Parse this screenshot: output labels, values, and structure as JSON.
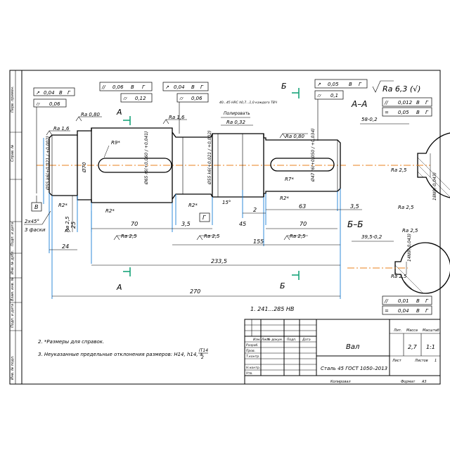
{
  "drawing": {
    "frame_labels": [
      "Перв. примен.",
      "Справ. №",
      "Подп. и дата",
      "Инв. № дубл.",
      "Взам. инв. №",
      "Подп. и дата",
      "Инв. № подл."
    ],
    "roughness_general": "Ra 6,3 (√)",
    "section_AA_label": "А–А",
    "section_BB_label": "Б–Б",
    "view_marks": [
      "А",
      "А",
      "Б",
      "Б"
    ],
    "datum_B": "В",
    "datum_G": "Г",
    "chamfer": "2x45°",
    "chamfer_note": "3 фаски",
    "tech_req_1": "2. *Размеры для справок.",
    "tech_req_2": "3. Неуказанные предельные отклонения размеров: H14, h14, ±",
    "tech_req_2_fraction_num": "IT14",
    "tech_req_2_fraction_den": "2",
    "hardness": "1. 241...285 HB",
    "heat_note": "40...45 HRC h0,7...1,0 каждого ТВЧ",
    "polish_note": "Полировать",
    "polish_ra": "Ra 0,32",
    "tolerance_frames": [
      {
        "sym": "↗",
        "val": "0,04",
        "ref": [
          "В",
          "Г"
        ]
      },
      {
        "sym": "⌭",
        "val": "0,06",
        "ref": []
      },
      {
        "sym": "//",
        "val": "0,06",
        "ref": [
          "В",
          "Г"
        ]
      },
      {
        "sym": "⌭",
        "val": "0,12",
        "ref": []
      },
      {
        "sym": "↗",
        "val": "0,04",
        "ref": [
          "В",
          "Г"
        ]
      },
      {
        "sym": "⌭",
        "val": "0,06",
        "ref": []
      },
      {
        "sym": "↗",
        "val": "0,05",
        "ref": [
          "В",
          "Г"
        ]
      },
      {
        "sym": "⌭",
        "val": "0,1",
        "ref": []
      },
      {
        "sym": "//",
        "val": "0,012",
        "ref": [
          "В",
          "Г"
        ]
      },
      {
        "sym": "=",
        "val": "0,05",
        "ref": [
          "В",
          "Г"
        ]
      },
      {
        "sym": "//",
        "val": "0,01",
        "ref": [
          "В",
          "Г"
        ]
      },
      {
        "sym": "=",
        "val": "0,04",
        "ref": [
          "В",
          "Г"
        ]
      }
    ],
    "roughness": [
      "Ra 1,6",
      "Ra 0,80",
      "Ra 1,6",
      "Ra 0,80",
      "Ra 2,5",
      "Ra 2,5",
      "Ra 2,5",
      "Ra 2,5",
      "Ra 2,5",
      "Ra 2,5",
      "Ra 2,5",
      "Ra 2,5"
    ],
    "diameters": [
      "Ø55 k6(+0,021 / +0,002)",
      "Ø70",
      "Ø65 r6(+0,060 / +0,041)",
      "Ø55 k6(+0,021 / +0,002)",
      "Ø47 r6(+0,050 / +0,034)"
    ],
    "radii": [
      "R9*",
      "R2*",
      "R2*",
      "R2*",
      "R7*",
      "R2*"
    ],
    "angle": "15°",
    "dims": {
      "d70a": "70",
      "d35": "3,5",
      "d45": "45",
      "d70b": "70",
      "d2": "2",
      "d63": "63",
      "d25": "25",
      "d24": "24",
      "d155": "155",
      "d2335": "233,5",
      "d270": "270",
      "d35b": "3,5",
      "sec_a_58": "58-0,2",
      "sec_a_18": "18N9(-0,043)",
      "sec_b_395": "39,5-0,2",
      "sec_b_14": "14N9(-0,043)"
    },
    "title_block": {
      "name": "Вал",
      "material": "Сталь 45 ГОСТ 1050–2013",
      "row_labels": [
        "Изм.",
        "Лист",
        "№ докум.",
        "Подп.",
        "Дата"
      ],
      "roles": [
        "Разраб.",
        "Пров.",
        "Т.контр.",
        "Н.контр.",
        "Утв."
      ],
      "col_lit": "Лит.",
      "col_mass": "Масса",
      "col_scale": "Масштаб",
      "mass": "2,7",
      "scale": "1:1",
      "sheet": "Лист",
      "sheets": "Листов",
      "sheets_count": "1",
      "copied": "Копировал",
      "format": "Формат",
      "format_val": "A3"
    }
  }
}
